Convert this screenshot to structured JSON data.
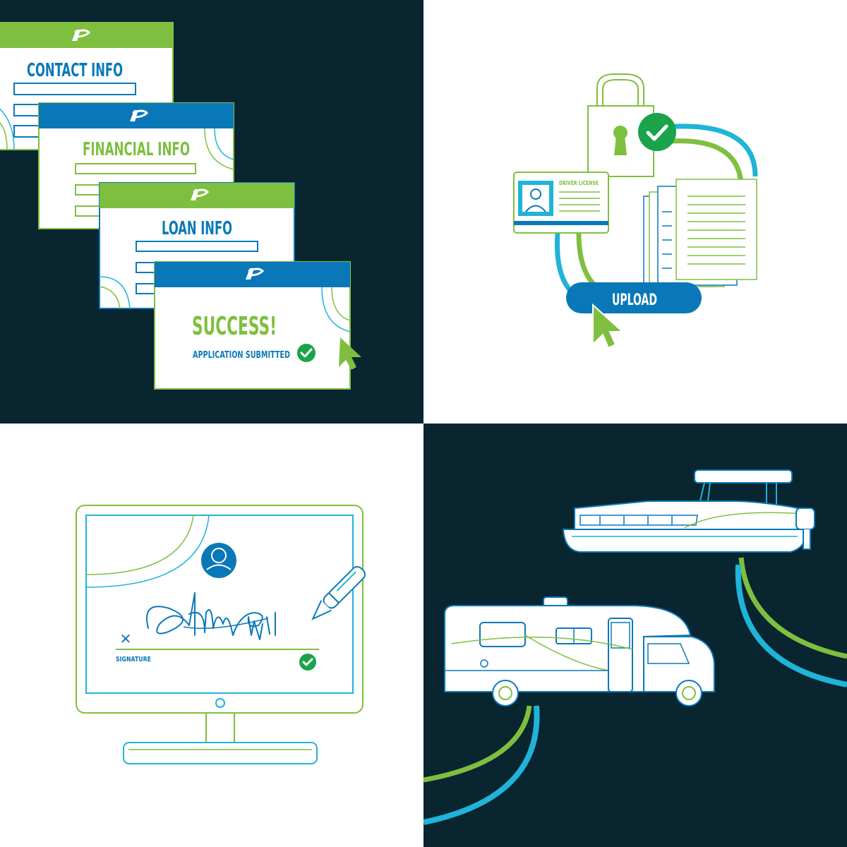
{
  "colors": {
    "navy": "#082530",
    "blue": "#0a78b8",
    "green": "#7fbf3f",
    "cyan": "#1fb4d8",
    "success_green": "#1aa34a",
    "white": "#ffffff"
  },
  "forms": {
    "contact": {
      "title": "CONTACT INFO"
    },
    "financial": {
      "title": "FINANCIAL INFO"
    },
    "loan": {
      "title": "LOAN INFO"
    },
    "success": {
      "title": "SUCCESS!",
      "subtitle": "APPLICATION SUBMITTED"
    }
  },
  "upload": {
    "license_label": "DRIVER LICENSE",
    "button_label": "UPLOAD"
  },
  "signature": {
    "label": "SIGNATURE",
    "x_mark": "✕"
  }
}
